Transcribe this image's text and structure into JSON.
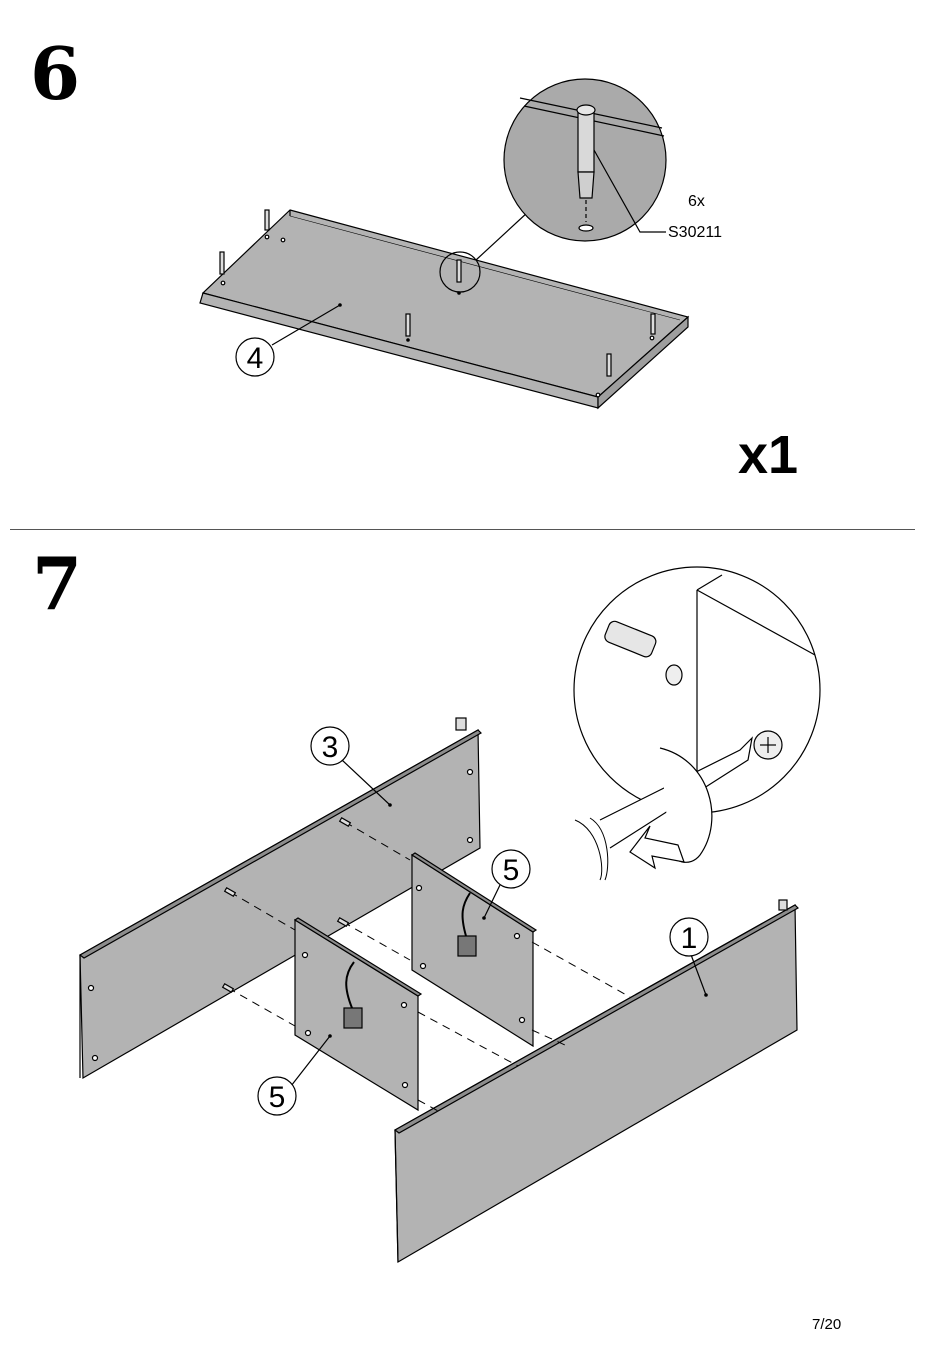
{
  "steps": [
    {
      "number": "6",
      "quantity": "x1",
      "part_callouts": [
        "4"
      ],
      "hardware": {
        "count": "6x",
        "code": "S30211"
      }
    },
    {
      "number": "7",
      "part_callouts": [
        "3",
        "5",
        "5",
        "1"
      ]
    }
  ],
  "page": {
    "number": "7/20"
  },
  "colors": {
    "panel_fill": "#b3b3b3",
    "detail_circle_fill": "#aaaaaa",
    "line": "#000000"
  },
  "icons": [
    "cam-bolt-icon",
    "screwdriver-icon",
    "rotation-arrow-icon",
    "pozidriv-head-icon"
  ]
}
